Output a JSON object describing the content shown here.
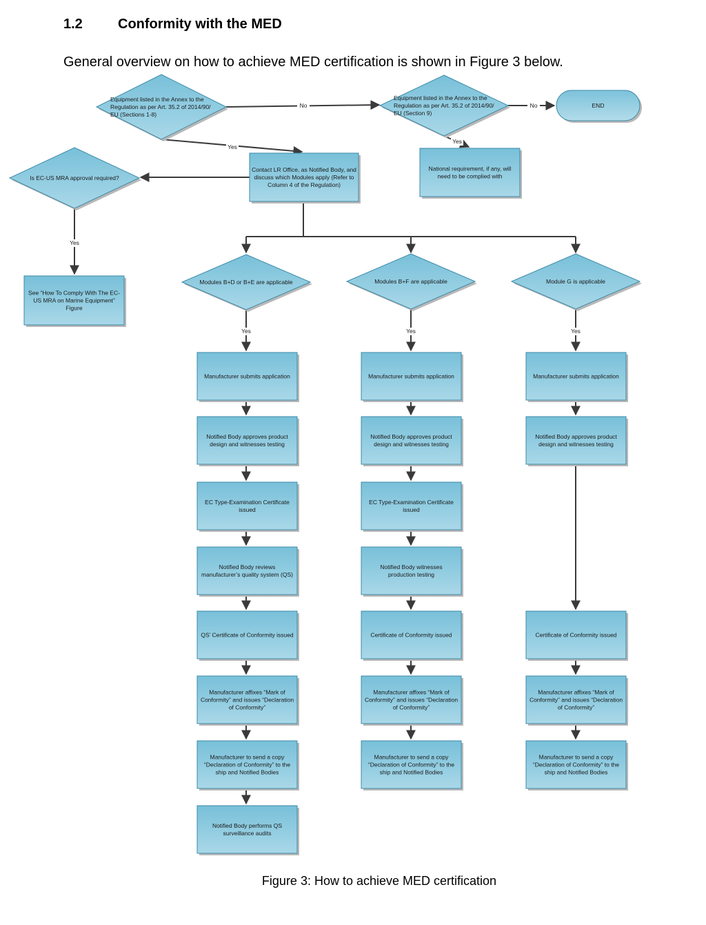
{
  "section": {
    "number": "1.2",
    "title": "Conformity with the MED"
  },
  "intro": "General overview on how to achieve MED certification is shown in Figure 3 below.",
  "caption": "Figure 3: How to achieve MED certification",
  "colors": {
    "box_top": "#cfeaf3",
    "box_bottom": "#78c0d9",
    "border": "#3d8aa8",
    "line": "#3a3a3a"
  },
  "flow": {
    "d1": [
      "Equipment listed in the Annex to the",
      "Regulation as per Art. 35.2 of 2014/90/",
      "EU (Sections 1-8)"
    ],
    "d2": [
      "Equipment listed in the Annex to the",
      "Regulation as per Art. 35.2 of 2014/90/",
      "EU (Section 9)"
    ],
    "end": "END",
    "contact": [
      "Contact LR Office, as Notified Body, and",
      "discuss which Modules apply (Refer to",
      "Column 4 of the Regulation)"
    ],
    "national": [
      "National requirement, if any, will",
      "need to be complied with"
    ],
    "mra_q": "Is EC-US MRA approval required?",
    "see_mra": [
      "See “How To Comply With The EC-",
      "US MRA on Marine Equipment”",
      "Figure"
    ],
    "mod_bd": "Modules B+D or B+E are applicable",
    "mod_bf": "Modules B+F are applicable",
    "mod_g": "Module G is applicable",
    "submit": "Manufacturer submits application",
    "nb_approves": [
      "Notified Body approves product",
      "design and witnesses testing"
    ],
    "ec_type": [
      "EC Type-Examination Certificate",
      "issued"
    ],
    "nb_reviews": [
      "Notified Body reviews",
      "manufacturer’s quality system (QS)"
    ],
    "nb_witness": [
      "Notified Body witnesses",
      "production testing"
    ],
    "qs_cert": "QS’ Certificate of Conformity issued",
    "cert": "Certificate of Conformity issued",
    "affix": [
      "Manufacturer affixes “Mark of",
      "Conformity” and issues “Declaration",
      "of Conformity”"
    ],
    "send": [
      "Manufacturer to send a copy",
      "“Declaration of Conformity” to the",
      "ship and Notified Bodies"
    ],
    "audits": [
      "Notified Body performs QS",
      "surveillance audits"
    ],
    "yes": "Yes",
    "no": "No"
  }
}
